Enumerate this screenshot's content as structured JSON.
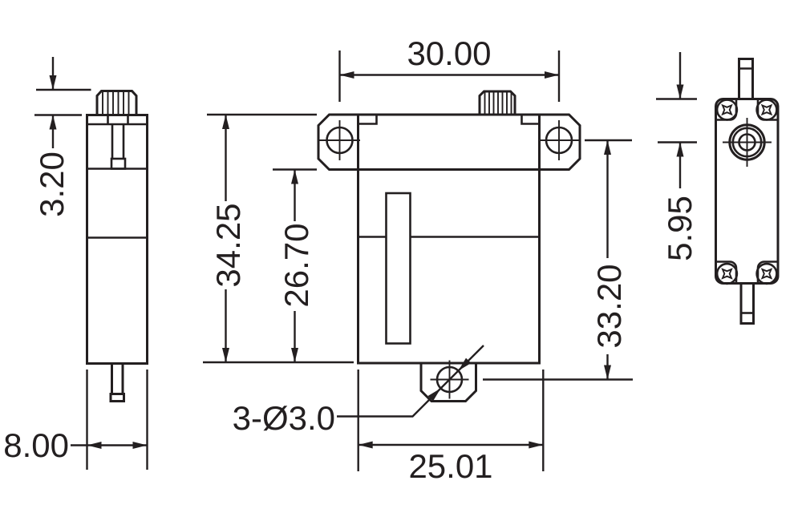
{
  "drawing": {
    "colors": {
      "line": "#231f20",
      "background": "#ffffff"
    },
    "labels": {
      "spline_height": "3.20",
      "mount_hole_span_width": "30.00",
      "height_overall": "34.25",
      "height_below_flange": "26.70",
      "mount_hole_span_height": "33.20",
      "shaft_center_offset": "5.95",
      "thickness": "8.00",
      "mount_hole_callout": "3-Ø3.0",
      "body_width": "25.01"
    }
  }
}
